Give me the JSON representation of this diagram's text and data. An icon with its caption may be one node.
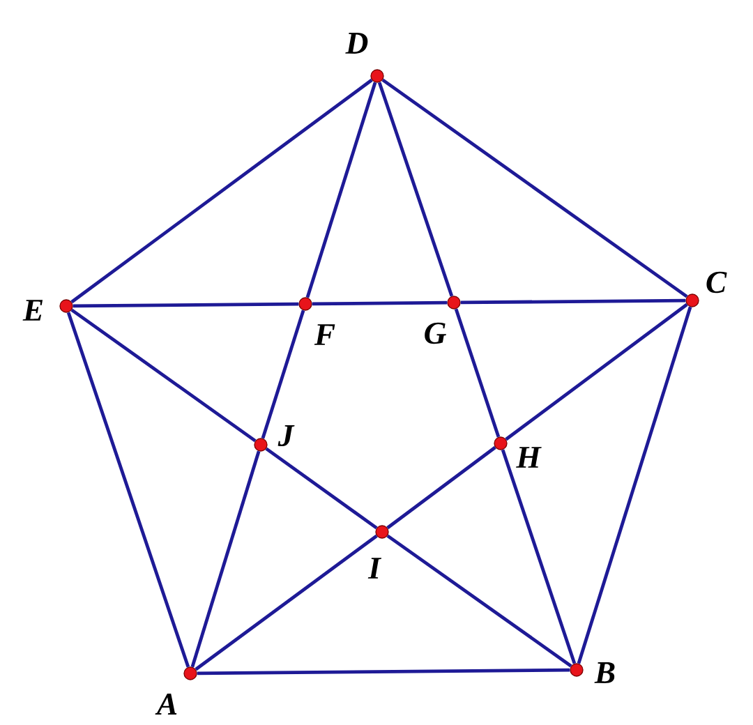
{
  "diagram": {
    "nodes": [
      {
        "text": [],
        "shape": "circle",
        "beside": [
          "D"
        ]
      },
      {
        "text": [],
        "shape": "circle",
        "beside": [
          "E"
        ]
      },
      {
        "text": [],
        "shape": "circle",
        "beside": [
          "F"
        ]
      },
      {
        "text": [],
        "shape": "circle",
        "beside": [
          "G"
        ]
      },
      {
        "text": [],
        "shape": "circle",
        "beside": [
          "C"
        ]
      },
      {
        "text": [],
        "shape": "circle",
        "beside": [
          "J"
        ]
      },
      {
        "text": [],
        "shape": "circle",
        "beside": [
          "H"
        ]
      },
      {
        "text": [],
        "shape": "circle",
        "beside": [
          "I"
        ]
      },
      {
        "text": [],
        "shape": "circle",
        "beside": [
          "A"
        ]
      },
      {
        "text": [],
        "shape": "circle",
        "beside": [
          "B"
        ]
      }
    ],
    "edges": [
      {
        "from": 8,
        "to": 9,
        "arrow": "none"
      },
      {
        "from": 9,
        "to": 4,
        "arrow": "none"
      },
      {
        "from": 4,
        "to": 0,
        "arrow": "none"
      },
      {
        "from": 0,
        "to": 1,
        "arrow": "none"
      },
      {
        "from": 1,
        "to": 8,
        "arrow": "none"
      },
      {
        "from": 1,
        "to": 2,
        "arrow": "none"
      },
      {
        "from": 2,
        "to": 3,
        "arrow": "none"
      },
      {
        "from": 3,
        "to": 4,
        "arrow": "none"
      },
      {
        "from": 0,
        "to": 2,
        "arrow": "none"
      },
      {
        "from": 2,
        "to": 5,
        "arrow": "none"
      },
      {
        "from": 5,
        "to": 8,
        "arrow": "none"
      },
      {
        "from": 0,
        "to": 3,
        "arrow": "none"
      },
      {
        "from": 3,
        "to": 6,
        "arrow": "none"
      },
      {
        "from": 6,
        "to": 9,
        "arrow": "none"
      },
      {
        "from": 1,
        "to": 5,
        "arrow": "none"
      },
      {
        "from": 5,
        "to": 7,
        "arrow": "none"
      },
      {
        "from": 7,
        "to": 9,
        "arrow": "none"
      },
      {
        "from": 4,
        "to": 6,
        "arrow": "none"
      },
      {
        "from": 6,
        "to": 7,
        "arrow": "none"
      },
      {
        "from": 7,
        "to": 8,
        "arrow": "none"
      }
    ]
  }
}
